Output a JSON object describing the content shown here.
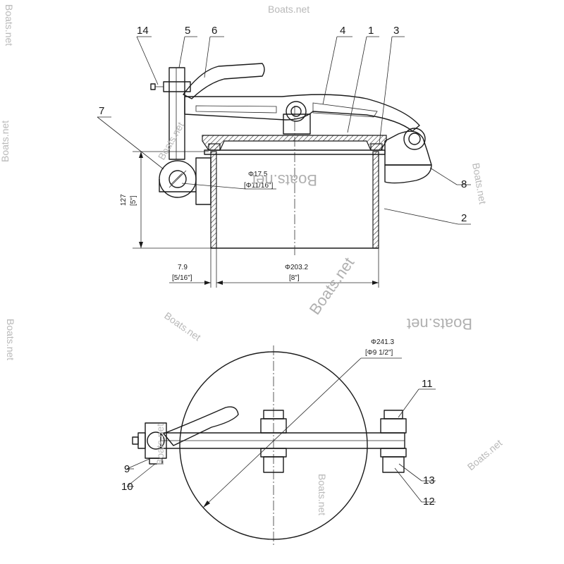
{
  "watermark": "Boats.net",
  "balloons": {
    "b1": "1",
    "b2": "2",
    "b3": "3",
    "b4": "4",
    "b5": "5",
    "b6": "6",
    "b7": "7",
    "b8": "8",
    "b9": "9",
    "b10": "10",
    "b11": "11",
    "b12": "12",
    "b13": "13",
    "b14": "14"
  },
  "dimensions": {
    "pin_dia_mm": "Φ17.5",
    "pin_dia_in": "[Φ11/16\"]",
    "height_mm": "127",
    "height_in": "[5\"]",
    "wall_mm": "7.9",
    "wall_in": "[5/16\"]",
    "body_dia_mm": "Φ203.2",
    "body_dia_in": "[8\"]",
    "lid_dia_mm": "Φ241.3",
    "lid_dia_in": "[Φ9 1/2\"]"
  }
}
